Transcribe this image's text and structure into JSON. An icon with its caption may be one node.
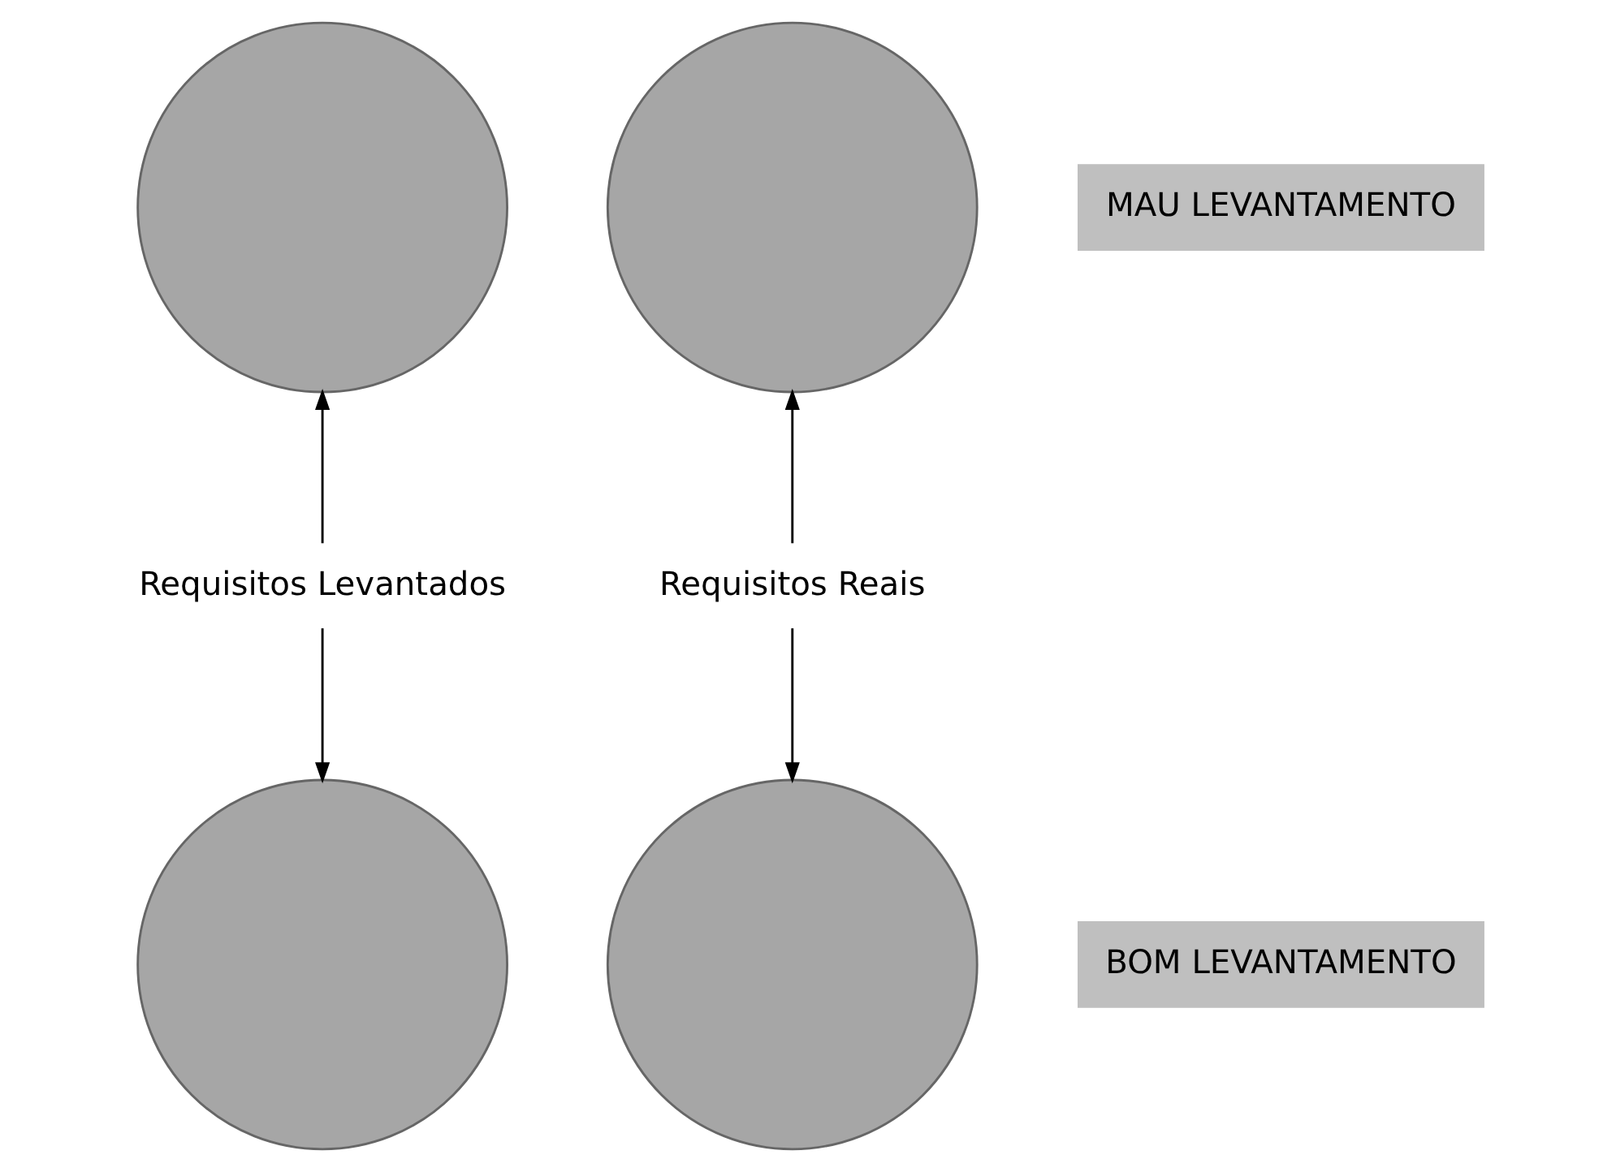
{
  "diagram": {
    "nodes": [
      {
        "text": [],
        "shape": "circle"
      },
      {
        "text": [],
        "shape": "circle"
      },
      {
        "text": [
          "Requisitos Levantados"
        ]
      },
      {
        "text": [
          "Requisitos Reais"
        ]
      },
      {
        "text": [],
        "shape": "circle"
      },
      {
        "text": [],
        "shape": "circle"
      },
      {
        "text": [
          "MAU LEVANTAMENTO"
        ]
      },
      {
        "text": [
          "BOM LEVANTAMENTO"
        ]
      }
    ],
    "edges": [
      {
        "from": 2,
        "to": 0,
        "arrow": "to"
      },
      {
        "from": 2,
        "to": 4,
        "arrow": "to"
      },
      {
        "from": 3,
        "to": 1,
        "arrow": "to"
      },
      {
        "from": 3,
        "to": 5,
        "arrow": "to"
      }
    ]
  }
}
